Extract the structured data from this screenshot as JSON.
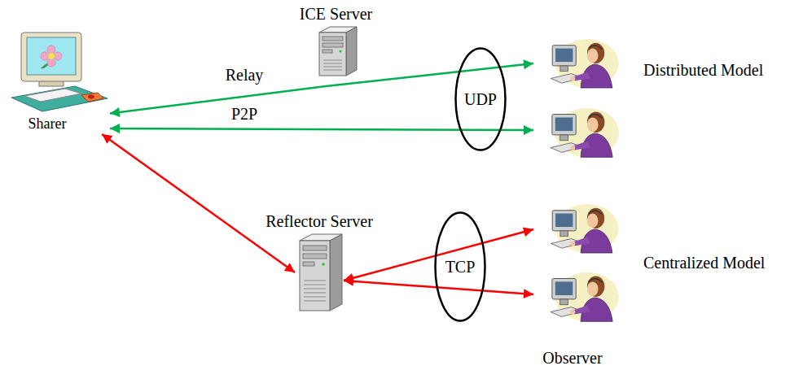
{
  "diagram": {
    "nodes": [
      {
        "text": [
          "ICE Server"
        ]
      },
      {
        "text": [
          "Sharer"
        ]
      },
      {
        "text": [
          "UDP"
        ]
      },
      {
        "text": [
          "Distributed Model"
        ]
      },
      {
        "text": [
          "Reflector Server"
        ]
      },
      {
        "text": [
          "TCP"
        ]
      },
      {
        "text": [
          "Centralized Model"
        ]
      }
    ],
    "edges": [
      {
        "from": 1,
        "to": 3,
        "label": "Relay",
        "arrow": "both"
      },
      {
        "from": 1,
        "to": 3,
        "label": "P2P",
        "arrow": "both"
      },
      {
        "from": 1,
        "to": 4,
        "arrow": "both"
      },
      {
        "from": 4,
        "to": 6,
        "arrow": "both"
      },
      {
        "from": 4,
        "to": 6,
        "arrow": "both"
      }
    ],
    "labels": [
      "Observer"
    ]
  }
}
